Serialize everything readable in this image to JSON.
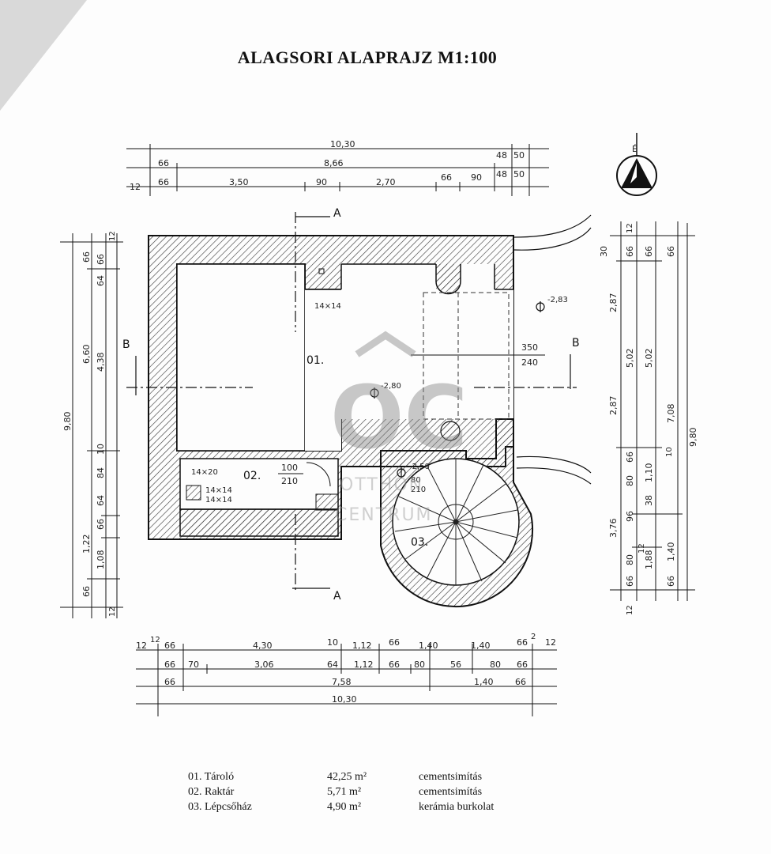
{
  "title": "ALAGSORI ALAPRAJZ  M1:100",
  "north": "É",
  "rooms": [
    {
      "id": "01.",
      "name": "Tároló",
      "area": "42,25 m²",
      "finish": "cementsimítás"
    },
    {
      "id": "02.",
      "name": "Raktár",
      "area": "5,71 m²",
      "finish": "cementsimítás"
    },
    {
      "id": "03.",
      "name": "Lépcsőház",
      "area": "4,90 m²",
      "finish": "kerámia burkolat"
    }
  ],
  "legend": [
    {
      "name": "01. Tároló",
      "area": "42,25 m²",
      "finish": "cementsimítás"
    },
    {
      "name": "02. Raktár",
      "area": "5,71 m²",
      "finish": "cementsimítás"
    },
    {
      "name": "03. Lépcsőház",
      "area": "4,90 m²",
      "finish": "kerámia burkolat"
    }
  ],
  "levels": {
    "room01": "-2,80",
    "room03": "-2,50",
    "stair": "-2,83"
  },
  "openings": {
    "door02_w": "100",
    "door02_h": "210",
    "opening_w": "350",
    "opening_h": "240",
    "stair_w": "80",
    "stair_h": "210"
  },
  "columns": {
    "col1": "14×14",
    "col2": "14×20",
    "col3": "14×14",
    "col4": "14×14"
  },
  "sections": {
    "a": "A",
    "b": "B"
  },
  "dims_top": {
    "row1": [
      "10,30"
    ],
    "row2": [
      "66",
      "8,66",
      "48",
      "50"
    ],
    "row3": [
      "12",
      "66",
      "3,50",
      "90",
      "2,70",
      "66",
      "90",
      "48",
      "50"
    ]
  },
  "dims_bottom": {
    "row1": [
      "12",
      "12",
      "66",
      "4,30",
      "10",
      "1,12",
      "66",
      "1,40",
      "1,40",
      "66",
      "2",
      "12"
    ],
    "row2": [
      "66",
      "70",
      "3,06",
      "64",
      "1,12",
      "66",
      "80",
      "56",
      "80",
      "66"
    ],
    "row3": [
      "66",
      "7,58",
      "1,40",
      "66"
    ],
    "row4": [
      "10,30"
    ]
  },
  "dims_left": {
    "total": "9,80",
    "row2": [
      "6,60",
      "10",
      "84",
      "64",
      "66",
      "1,22",
      "1,08"
    ],
    "row3": [
      "66",
      "64",
      "4,38",
      "66",
      "66"
    ],
    "row4": [
      "12",
      "12"
    ]
  },
  "dims_right": {
    "row1": [
      "30",
      "2,87",
      "2,87",
      "3,76"
    ],
    "row2": [
      "66",
      "5,02",
      "66",
      "80",
      "96",
      "80",
      "66"
    ],
    "row3": [
      "66",
      "5,02",
      "1,10",
      "38",
      "1,88"
    ],
    "row4": [
      "66",
      "7,08",
      "1,40",
      "66"
    ],
    "total": "9,80",
    "small": [
      "12",
      "12",
      "10",
      "12"
    ]
  },
  "watermark": {
    "mark": "OC",
    "line1": "OTTHON",
    "line2": "CENTRUM"
  }
}
